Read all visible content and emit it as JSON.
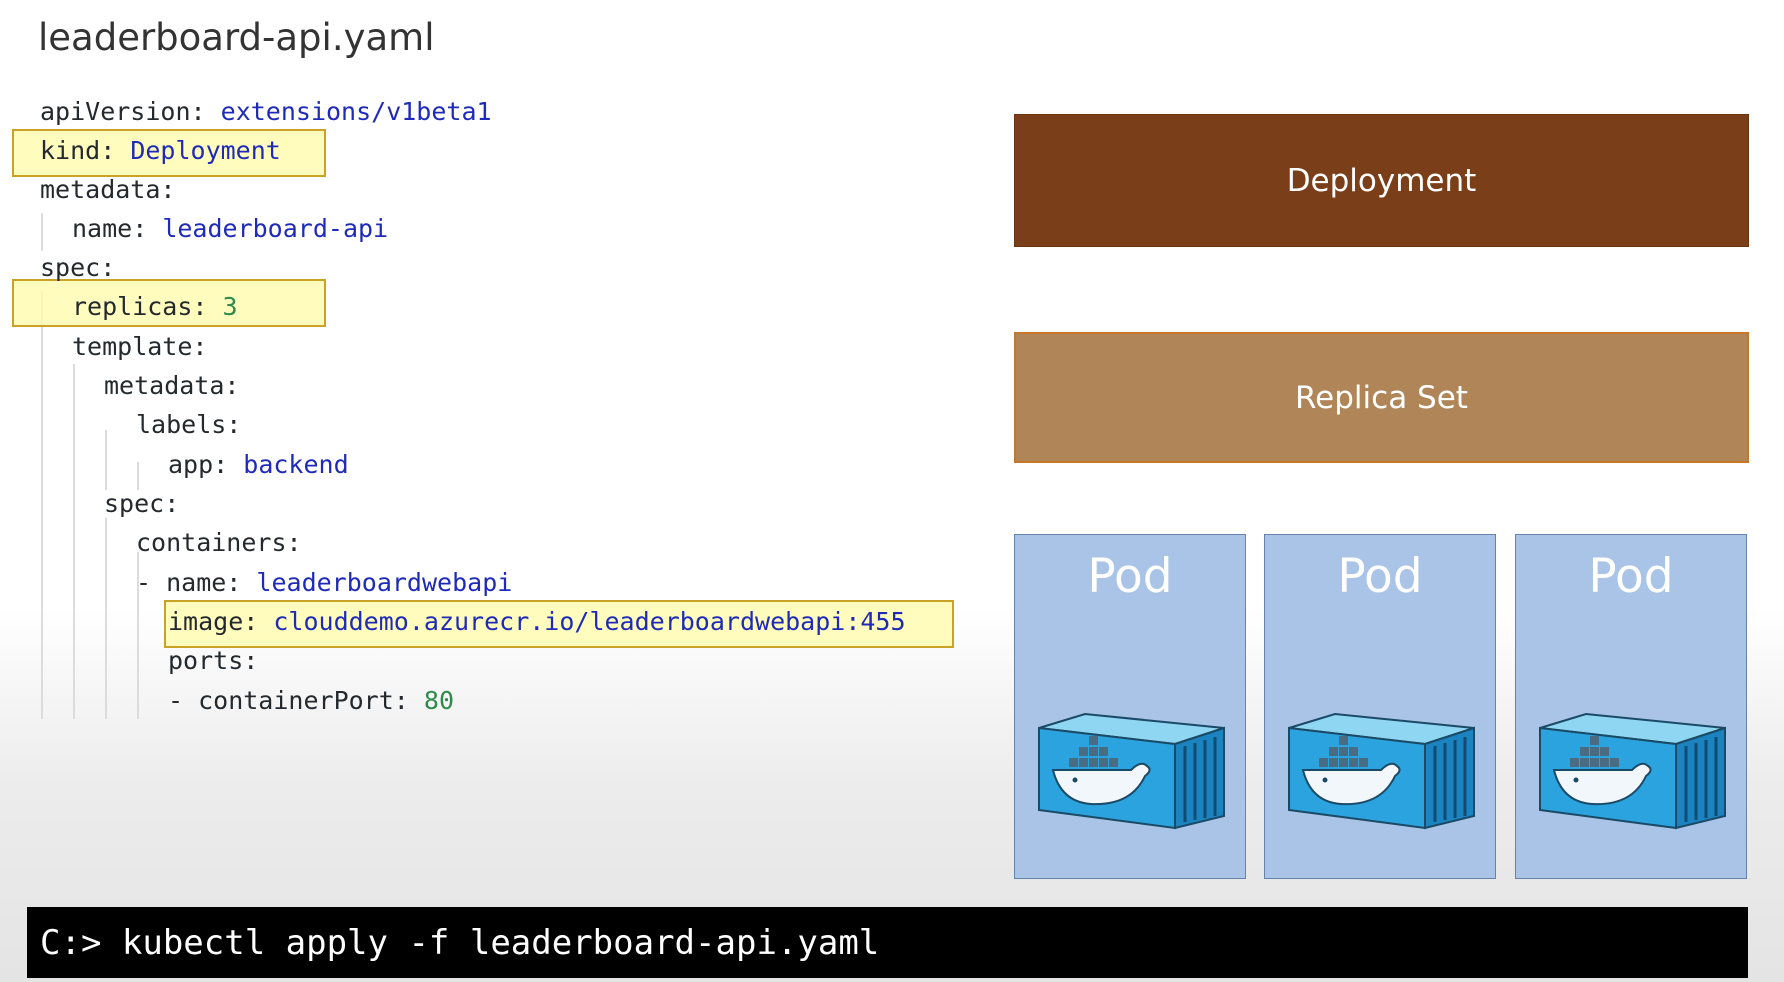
{
  "title": "leaderboard-api.yaml",
  "yaml": {
    "line1": {
      "key": "apiVersion:",
      "value": "extensions/v1beta1"
    },
    "line2": {
      "key": "kind:",
      "value": "Deployment"
    },
    "line3": {
      "key": "metadata:"
    },
    "line4": {
      "key": "name:",
      "value": "leaderboard-api"
    },
    "line5": {
      "key": "spec:"
    },
    "line6": {
      "key": "replicas:",
      "value": "3"
    },
    "line7": {
      "key": "template:"
    },
    "line8": {
      "key": "metadata:"
    },
    "line9": {
      "key": "labels:"
    },
    "line10": {
      "key": "app:",
      "value": "backend"
    },
    "line11": {
      "key": "spec:"
    },
    "line12": {
      "key": "containers:"
    },
    "line13": {
      "key": "- name:",
      "value": "leaderboardwebapi"
    },
    "line14": {
      "key": "image:",
      "value": "clouddemo.azurecr.io/leaderboardwebapi:455"
    },
    "line15": {
      "key": "ports:"
    },
    "line16": {
      "key": "- containerPort:",
      "value": "80"
    }
  },
  "diagram": {
    "deployment_label": "Deployment",
    "replicaset_label": "Replica Set",
    "pods": [
      "Pod",
      "Pod",
      "Pod"
    ]
  },
  "terminal": {
    "command": "C:> kubectl apply -f leaderboard-api.yaml"
  },
  "colors": {
    "deployment": "#7a3e18",
    "replicaset": "#b08659",
    "pod": "#a9c4e6",
    "highlight": "#fffbaa",
    "yaml_value": "#1f2bb8",
    "yaml_number": "#2f8a4b"
  }
}
